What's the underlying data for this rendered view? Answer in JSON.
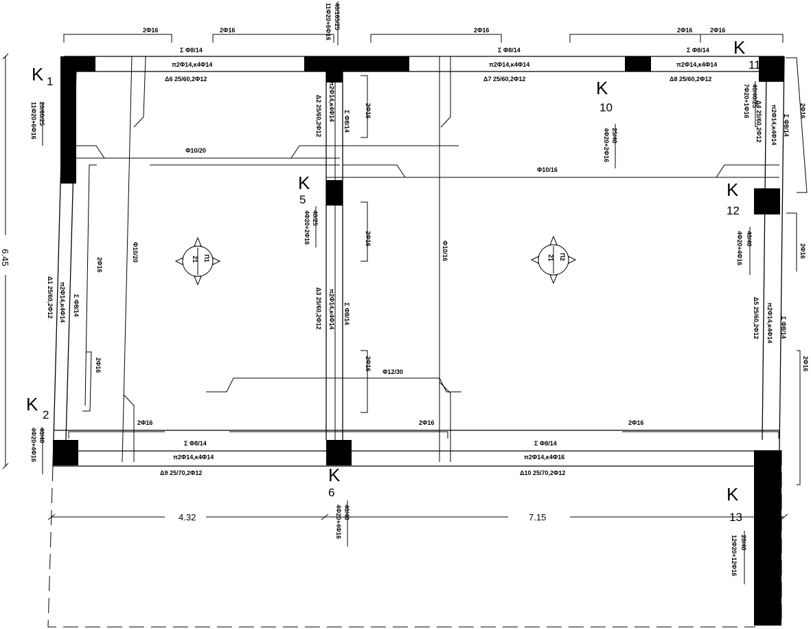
{
  "columns": {
    "K1": {
      "name": "K1",
      "k": "K",
      "n": "1",
      "spec_a": "20/60/25",
      "spec_b": "11Φ20+6Φ16"
    },
    "K2": {
      "name": "K2",
      "k": "K",
      "n": "2",
      "spec_a": "40/40",
      "spec_b": "4Φ20+4Φ16"
    },
    "K5": {
      "name": "K5",
      "k": "K",
      "n": "5",
      "spec_a": "40/25",
      "spec_b": "4Φ20+2Φ16"
    },
    "K6": {
      "name": "K6",
      "k": "K",
      "n": "6",
      "spec_a": "40/40",
      "spec_b": "4Φ20+4Φ16"
    },
    "K10": {
      "name": "K10",
      "k": "K",
      "n": "10",
      "spec_a": "25/40",
      "spec_b": "4Φ20+2Φ16"
    },
    "K11": {
      "name": "K11",
      "k": "K",
      "n": "11",
      "spec_a": "40/40/25",
      "spec_b": "7Φ20+1Φ16"
    },
    "K12": {
      "name": "K12",
      "k": "K",
      "n": "12",
      "spec_a": "40/40",
      "spec_b": "4Φ20+4Φ16"
    },
    "K13": {
      "name": "K13",
      "k": "K",
      "n": "13",
      "spec_a": "20/40",
      "spec_b": "12Φ20+12Φ16"
    },
    "top": {
      "spec_a": "40/165/25",
      "spec_b": "11Φ20+6Φ16"
    }
  },
  "beams": {
    "D1": {
      "label": "Δ1 25/60,2Φ12",
      "bars": "π2Φ14,κ4Φ14",
      "stirrups": "Σ Φ8/14"
    },
    "D2": {
      "label": "Δ2 25/60,2Φ12",
      "bars": "π2Φ14,κ4Φ14",
      "stirrups": "Σ Φ8/14"
    },
    "D3": {
      "label": "Δ3 25/60,2Φ12",
      "bars": "π2Φ14,κ4Φ14",
      "stirrups": "Σ Φ8/14"
    },
    "D4": {
      "label": "Δ4 25/60,2Φ12",
      "bars": "π2Φ14,κ4Φ14",
      "stirrups": "Σ Φ8/14"
    },
    "D5": {
      "label": "Δ5 25/60,2Φ12",
      "bars": "π2Φ14,κ4Φ14",
      "stirrups": "Σ Φ8/14"
    },
    "D6": {
      "label": "Δ6 25/60,2Φ12",
      "bars": "π2Φ14,κ4Φ14",
      "stirrups": "Σ Φ8/14"
    },
    "D7": {
      "label": "Δ7 25/60,2Φ12",
      "bars": "π2Φ14,κ4Φ14",
      "stirrups": "Σ Φ8/14"
    },
    "D8": {
      "label": "Δ8 25/60,2Φ12",
      "bars": "π2Φ14,κ4Φ14",
      "stirrups": "Σ Φ8/14"
    },
    "D9": {
      "label": "Δ9 25/70,2Φ12",
      "bars": "π2Φ14,κ4Φ14",
      "stirrups": "Σ Φ8/14"
    },
    "D10": {
      "label": "Δ10 25/70,2Φ12",
      "bars": "π2Φ14,κ4Φ16",
      "stirrups": "Σ Φ8/14"
    }
  },
  "rebar": {
    "top_bar": "2Φ16",
    "slab_phi10_20": "Φ10/20",
    "slab_phi10_16": "Φ10/16",
    "slab_phi12_30": "Φ12/30"
  },
  "slabs": {
    "P1": {
      "name": "Π1",
      "thk": "21"
    },
    "P2": {
      "name": "Π2",
      "thk": "21"
    }
  },
  "dimensions": {
    "span_left": "4.32",
    "span_right": "7.15",
    "height": "6.45"
  }
}
